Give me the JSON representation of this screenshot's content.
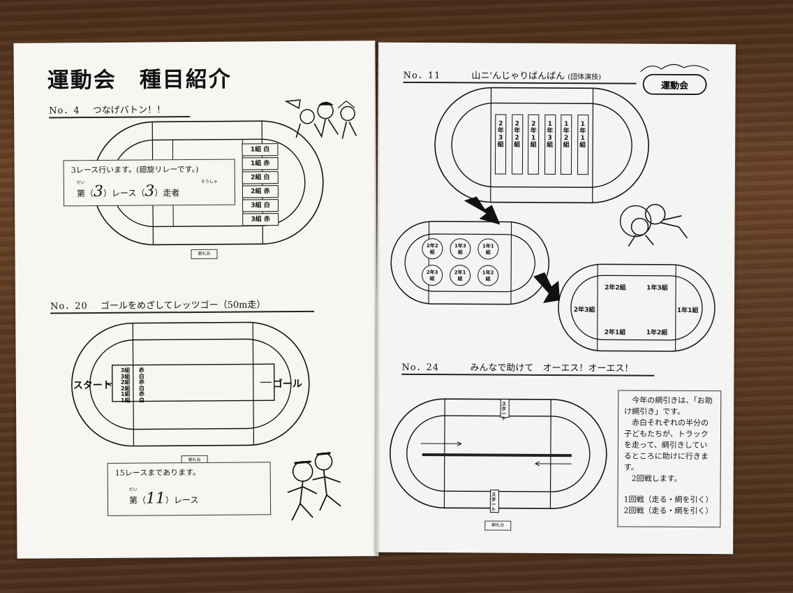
{
  "title": "運動会　種目紹介",
  "sections": {
    "s4": {
      "no": "No．4",
      "name": "つなげバトン！！",
      "note": "3レース行います。(廻旋リレーです。)",
      "race_prefix": "第",
      "race_num": "3",
      "race_mid": "レース（",
      "runner_num": "3",
      "runner_suffix": "）走者",
      "ruby_dai": "だい",
      "ruby_sousha": "そうしゃ",
      "teams": [
        "1組 白",
        "1組 赤",
        "2組 白",
        "2組 赤",
        "3組 白",
        "3組 赤"
      ],
      "stand": "朝礼台"
    },
    "s20": {
      "no": "No．20",
      "name": "ゴールをめざしてレッツゴー（50m走）",
      "start": "スタート",
      "goal": "ゴール",
      "lanes": [
        {
          "team": "3組",
          "color": "赤"
        },
        {
          "team": "3組",
          "color": "白"
        },
        {
          "team": "2組",
          "color": "赤"
        },
        {
          "team": "2組",
          "color": "白"
        },
        {
          "team": "1組",
          "color": "赤"
        },
        {
          "team": "1組",
          "color": "白"
        }
      ],
      "stand": "朝礼台",
      "note": "15レースまであります。",
      "race_prefix": "第（",
      "race_num": "11",
      "race_suffix": "）レース",
      "ruby_dai": "だい"
    },
    "s11": {
      "no": "No．11",
      "name": "山ニ'んじゃりばんばん",
      "sub": "(団体演技)",
      "columns": [
        "2年3組",
        "2年2組",
        "2年1組",
        "1年3組",
        "1年2組",
        "1年1組"
      ],
      "circles": [
        "2年2組",
        "1年3組",
        "1年1組",
        "2年3組",
        "2年1組",
        "1年2組"
      ],
      "oval_groups": [
        "2年2組",
        "1年3組",
        "2年3組",
        "1年1組",
        "2年1組",
        "1年2組"
      ],
      "logo": "運動会"
    },
    "s24": {
      "no": "No．24",
      "name": "みんなで助けて　オーエス！オーエス！",
      "start": "スタート",
      "stand": "朝礼台",
      "note_lines": [
        "　今年の綱引きは、「お助",
        "け綱引き」です。",
        "　赤白それぞれの半分の",
        "子どもたちが、トラック",
        "を走って、綱引きしてい",
        "るところに助けに行きま",
        "す。",
        "　2回戦します。"
      ],
      "round1": "1回戦（走る・綱を引く）",
      "round2": "2回戦（走る・綱を引く）"
    }
  }
}
